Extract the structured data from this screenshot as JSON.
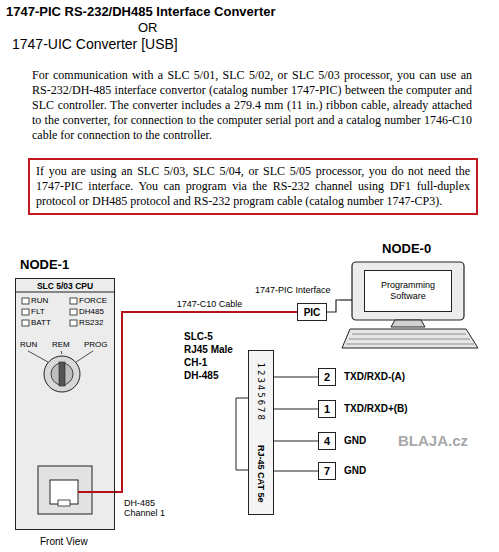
{
  "diagram": {
    "title": "1747-PIC RS-232/DH485 Interface Converter",
    "nodes": [
      {
        "text": [
          "If you are using an SLC 5/03, SLC 5/04, or SLC 5/05 processor, you do not need the 1747-PIC interface. You can program via the RS-232 channel using DF1 full-duplex protocol or DH485 protocol and RS-232 program cable (catalog number 1747-CP3)."
        ]
      },
      {
        "text": [
          "NODE-1",
          "SLC 5/03 CPU"
        ]
      },
      {
        "text": [
          "NODE-0"
        ]
      },
      {
        "text": [
          "Programming Software"
        ],
        "in": 2
      },
      {
        "text": [
          "PIC"
        ]
      },
      {
        "text": [
          "12345678",
          "RJ-45 CAT 5e"
        ]
      },
      {
        "text": [
          "2"
        ]
      },
      {
        "text": [
          "1"
        ]
      },
      {
        "text": [
          "4"
        ]
      },
      {
        "text": [
          "7"
        ]
      }
    ],
    "edges": [
      {
        "from": 1,
        "to": 4,
        "label": "1747-C10 Cable",
        "arrow": "none"
      },
      {
        "from": 4,
        "to": 2,
        "arrow": "none"
      },
      {
        "from": 5,
        "to": 6,
        "arrow": "none"
      },
      {
        "from": 5,
        "to": 7,
        "arrow": "none"
      },
      {
        "from": 5,
        "to": 8,
        "arrow": "none"
      },
      {
        "from": 5,
        "to": 9,
        "arrow": "none"
      }
    ],
    "labels": [
      "OR",
      "1747-UIC Converter [USB]",
      "For communication with a SLC 5/01, SLC 5/02, or SLC 5/03 processor, you can use an RS-232/DH-485 interface convertor (catalog number 1747-PIC) between the computer and SLC controller. The converter includes a 279.4 mm (11 in.) ribbon cable, already attached to the converter, for connection to the computer serial port and a catalog number 1746-C10 cable for connection to the controller.",
      "RUN",
      "FLT",
      "BATT",
      "FORCE",
      "DH485",
      "RS232",
      "RUN",
      "REM",
      "PROG",
      "DH-485 Channel 1",
      "Front View",
      "1747-PIC Interface",
      "SLC-5",
      "RJ45 Male",
      "CH-1",
      "DH-485",
      "TXD/RXD-(A)",
      "TXD/RXD+(B)",
      "GND",
      "GND",
      "BLAJA.cz"
    ]
  }
}
